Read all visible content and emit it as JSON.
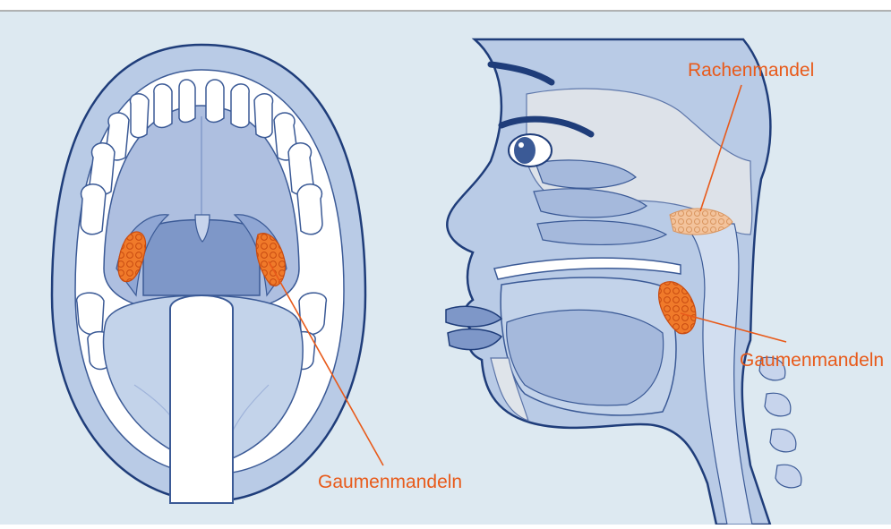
{
  "labels": {
    "rachenmandel": "Rachenmandel",
    "gaumenmandeln_side": "Gaumenmandeln",
    "gaumenmandeln_mouth": "Gaumenmandeln"
  },
  "colors": {
    "background": "#dde9f1",
    "line_blue": "#1f3d7a",
    "tissue_light": "#c3d3ea",
    "tissue_mid": "#a5b9dc",
    "tissue_dark": "#7e97c8",
    "bone": "#dfe4ea",
    "tonsil": "#f07a2a",
    "adenoid": "#f3c39c",
    "label_orange": "#e85a1a"
  }
}
